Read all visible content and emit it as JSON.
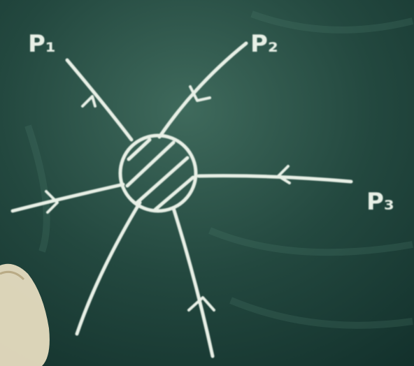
{
  "diagram": {
    "description_type": "chalkboard vertex diagram",
    "labels": [
      "P1",
      "P2",
      "P3"
    ],
    "label_text": {
      "p1": "P₁",
      "p2": "P₂",
      "p3": "P₃"
    },
    "colors": {
      "board": "#1a3a35",
      "board_highlight": "#3f6a5c",
      "chalk": "#e8f0e6",
      "hand": "#e6dcc0"
    }
  }
}
